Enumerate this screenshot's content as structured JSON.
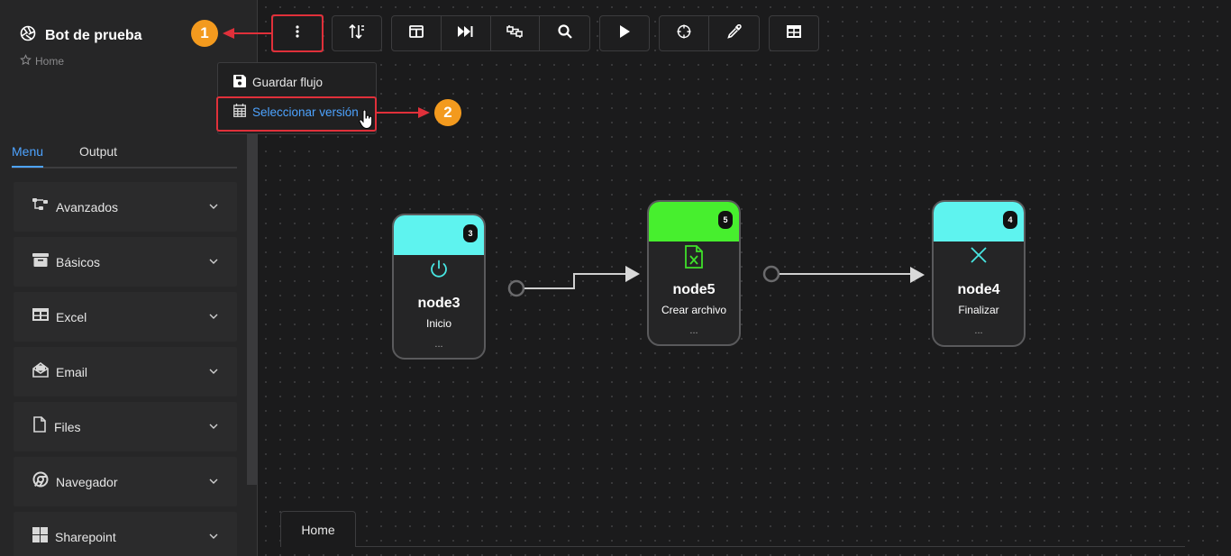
{
  "sidebar": {
    "title": "Bot de prueba",
    "breadcrumb": "Home",
    "tabs": [
      {
        "label": "Menu"
      },
      {
        "label": "Output"
      }
    ],
    "sections": [
      {
        "label": "Avanzados",
        "icon": "flow-icon"
      },
      {
        "label": "Básicos",
        "icon": "archive-icon"
      },
      {
        "label": "Excel",
        "icon": "table-icon"
      },
      {
        "label": "Email",
        "icon": "email-icon"
      },
      {
        "label": "Files",
        "icon": "file-icon"
      },
      {
        "label": "Navegador",
        "icon": "chrome-icon"
      },
      {
        "label": "Sharepoint",
        "icon": "windows-icon"
      }
    ]
  },
  "menu": {
    "items": [
      {
        "label": "Guardar flujo",
        "icon": "save-icon"
      },
      {
        "label": "Seleccionar versión",
        "icon": "calendar-icon"
      }
    ]
  },
  "annotations": [
    {
      "label": "1"
    },
    {
      "label": "2"
    }
  ],
  "nodes": [
    {
      "id": "3",
      "name": "node3",
      "subtitle": "Inicio",
      "dots": "...",
      "color": "#5ef3ef",
      "icon": "power-icon"
    },
    {
      "id": "5",
      "name": "node5",
      "subtitle": "Crear archivo",
      "dots": "...",
      "color": "#47ef2e",
      "icon": "excel-file-icon"
    },
    {
      "id": "4",
      "name": "node4",
      "subtitle": "Finalizar",
      "dots": "...",
      "color": "#5ef3ef",
      "icon": "close-icon"
    }
  ],
  "canvas_tabs": [
    {
      "label": "Home"
    }
  ],
  "colors": {
    "accent": "#4da3ff",
    "annotation": "#f39a1e",
    "highlight": "#e0303a"
  }
}
